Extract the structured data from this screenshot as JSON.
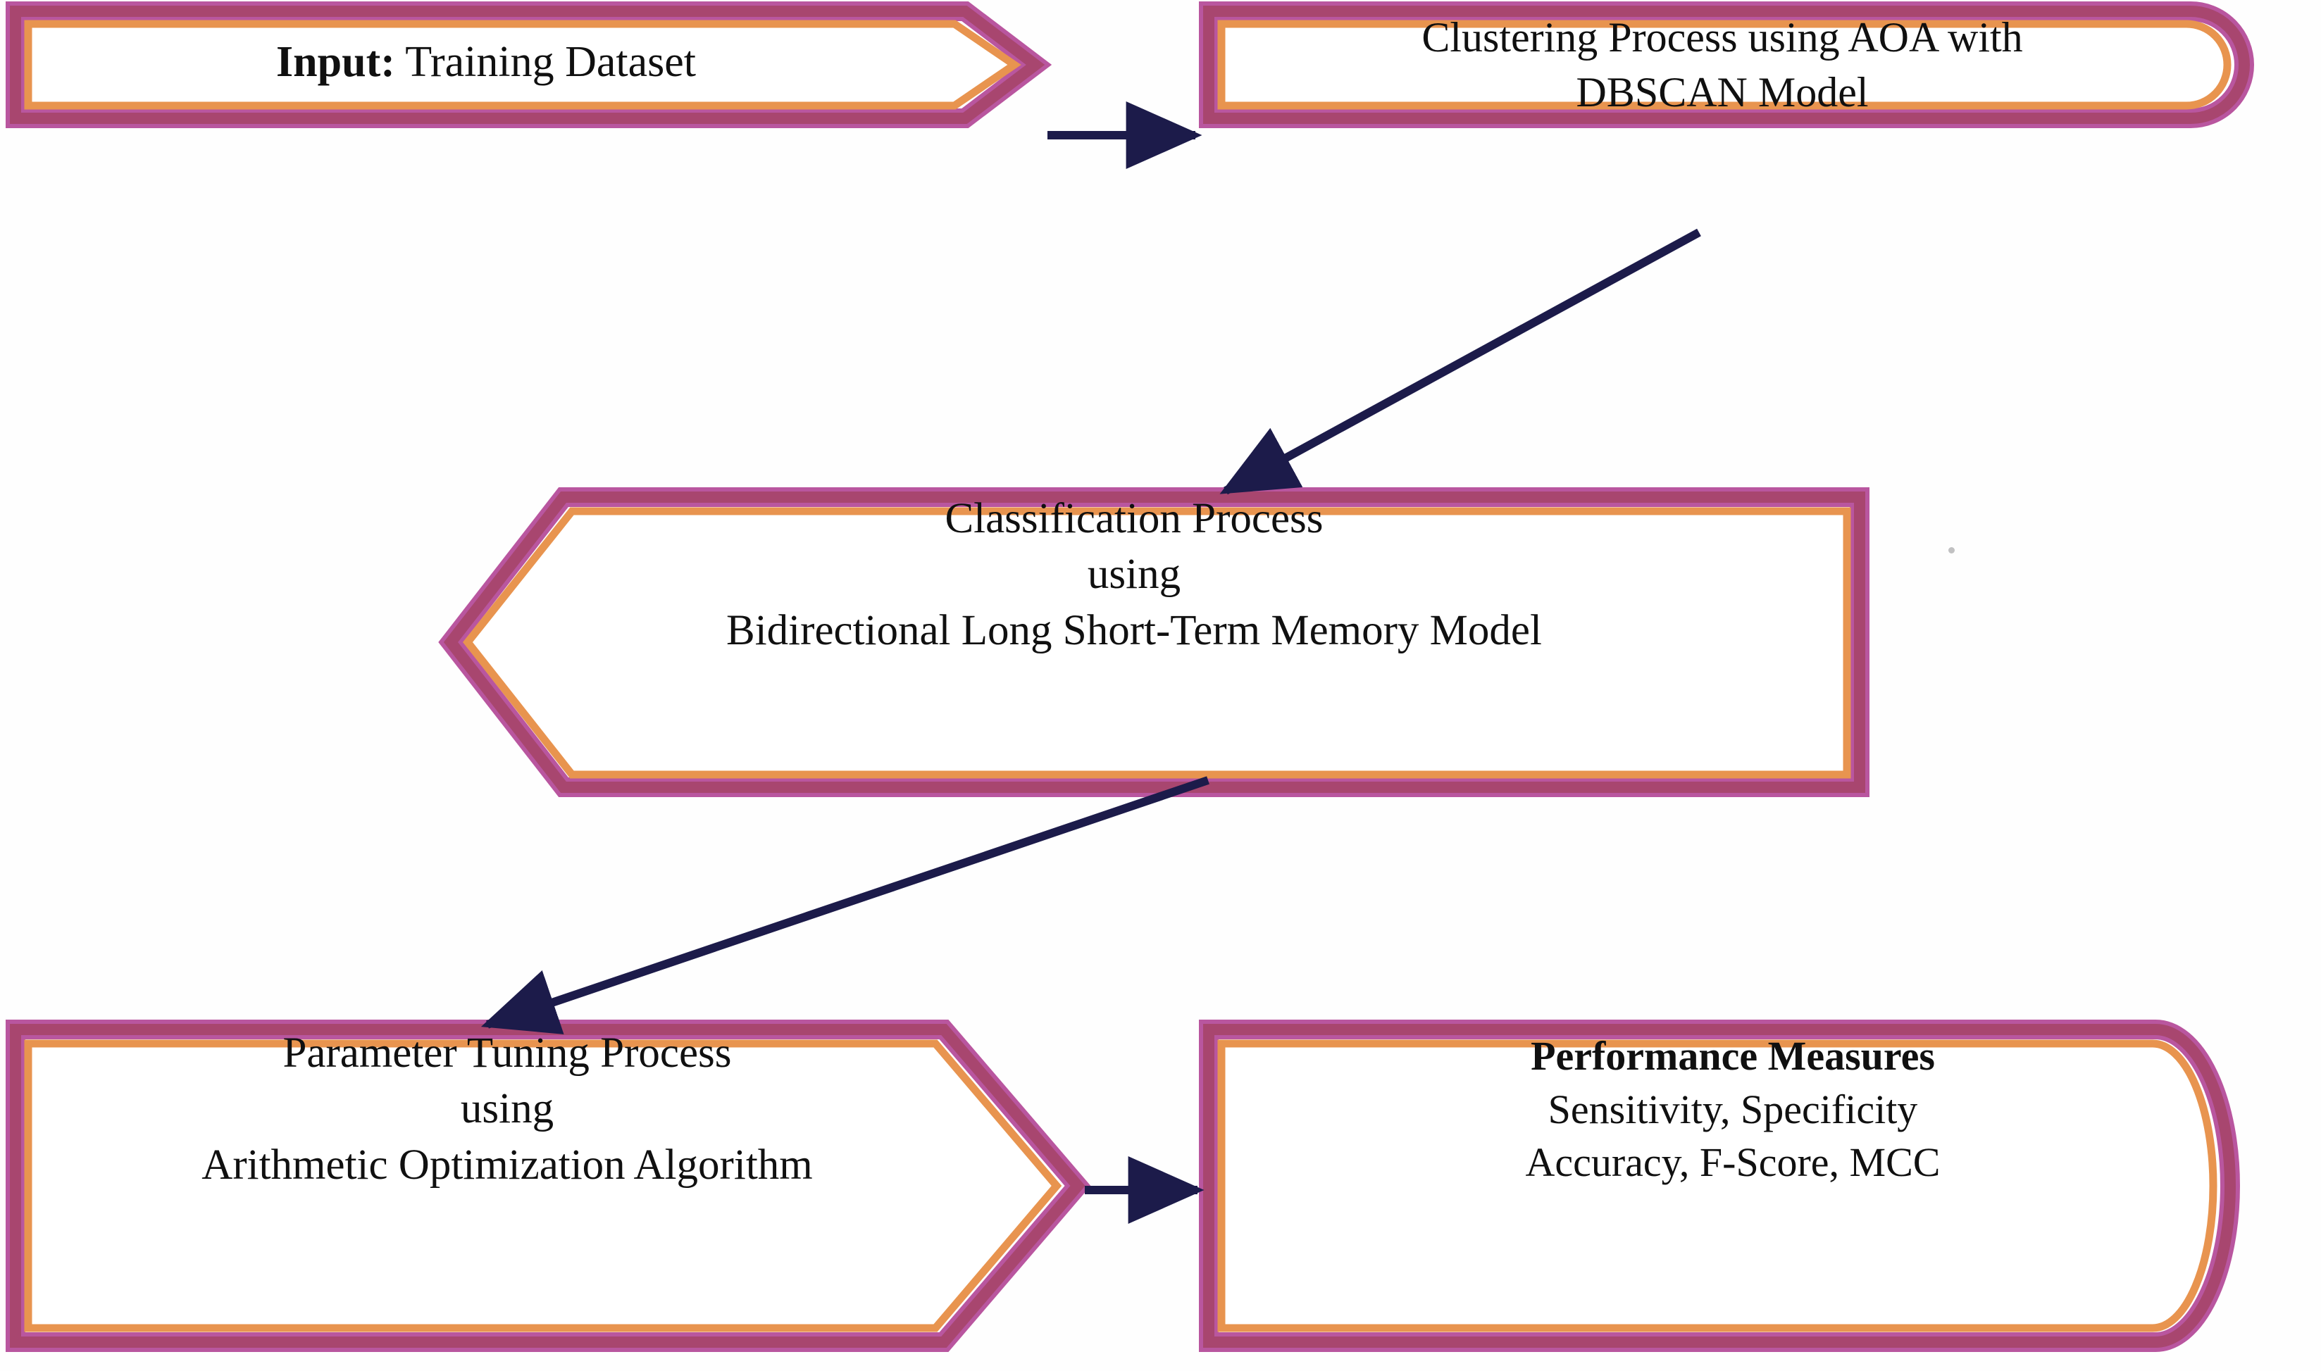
{
  "diagram": {
    "title": "Proposed model workflow flowchart",
    "background_color": "#fefefe",
    "palette": {
      "border_outer": "#b9569f",
      "border_mid": "#a8466f",
      "border_inner": "#e8944f",
      "node_fill": "#ffffff",
      "arrow": "#1c1b4a",
      "text": "#101010"
    }
  },
  "nodes": [
    {
      "id": "input",
      "name": "input-training-dataset",
      "shape": "pentagon-right-arrow",
      "lines": [
        {
          "text": "Input:",
          "bold": true
        },
        {
          "text": " Training Dataset",
          "bold": false
        }
      ],
      "line1_bold": "Input:",
      "line1_rest": " Training Dataset"
    },
    {
      "id": "clustering",
      "name": "clustering-process",
      "shape": "rounded-right-stadium",
      "line1": "Clustering Process using AOA with",
      "line2": "DBSCAN Model"
    },
    {
      "id": "classification",
      "name": "classification-process",
      "shape": "chevron-left-notch",
      "line1": "Classification Process",
      "line2": "using",
      "line3": "Bidirectional Long Short-Term Memory Model"
    },
    {
      "id": "tuning",
      "name": "parameter-tuning-process",
      "shape": "pentagon-right-arrow",
      "line1": "Parameter Tuning Process",
      "line2": "using",
      "line3": "Arithmetic Optimization Algorithm"
    },
    {
      "id": "performance",
      "name": "performance-measures",
      "shape": "rounded-right-stadium",
      "line1": "Performance Measures",
      "line2": "Sensitivity, Specificity",
      "line3": "Accuracy, F-Score, MCC"
    }
  ],
  "connectors": [
    {
      "id": "c1",
      "name": "arrow-input-to-clustering",
      "from": "input",
      "to": "clustering",
      "style": "straight-horizontal"
    },
    {
      "id": "c2",
      "name": "arrow-clustering-to-classification",
      "from": "clustering",
      "to": "classification",
      "style": "diagonal-down-left"
    },
    {
      "id": "c3",
      "name": "arrow-classification-to-tuning",
      "from": "classification",
      "to": "tuning",
      "style": "diagonal-down-left"
    },
    {
      "id": "c4",
      "name": "arrow-tuning-to-performance",
      "from": "tuning",
      "to": "performance",
      "style": "straight-horizontal"
    }
  ]
}
